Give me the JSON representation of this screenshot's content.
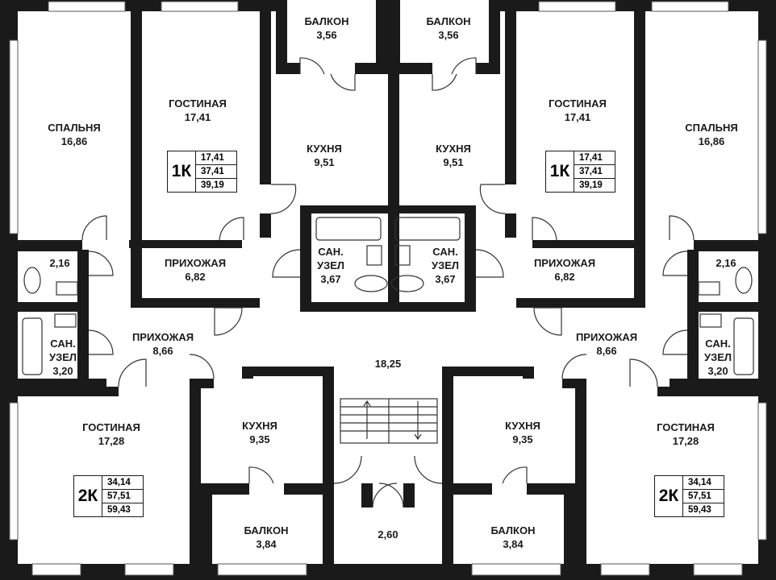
{
  "rooms": {
    "balcony_top_left": {
      "name": "БАЛКОН",
      "area": "3,56"
    },
    "balcony_top_right": {
      "name": "БАЛКОН",
      "area": "3,56"
    },
    "bedroom_left": {
      "name": "СПАЛЬНЯ",
      "area": "16,86"
    },
    "living_top_left": {
      "name": "ГОСТИНАЯ",
      "area": "17,41"
    },
    "kitchen_top_left": {
      "name": "КУХНЯ",
      "area": "9,51"
    },
    "kitchen_top_right": {
      "name": "КУХНЯ",
      "area": "9,51"
    },
    "living_top_right": {
      "name": "ГОСТИНАЯ",
      "area": "17,41"
    },
    "bedroom_right": {
      "name": "СПАЛЬНЯ",
      "area": "16,86"
    },
    "wc_left": {
      "area": "2,16"
    },
    "wc_right": {
      "area": "2,16"
    },
    "hall_top_left": {
      "name": "ПРИХОЖАЯ",
      "area": "6,82"
    },
    "hall_top_right": {
      "name": "ПРИХОЖАЯ",
      "area": "6,82"
    },
    "bath_center_left": {
      "name1": "САН.",
      "name2": "УЗЕЛ",
      "area": "3,67"
    },
    "bath_center_right": {
      "name1": "САН.",
      "name2": "УЗЕЛ",
      "area": "3,67"
    },
    "bath_left": {
      "name1": "САН.",
      "name2": "УЗЕЛ",
      "area": "3,20"
    },
    "bath_right": {
      "name1": "САН.",
      "name2": "УЗЕЛ",
      "area": "3,20"
    },
    "hall_bottom_left": {
      "name": "ПРИХОЖАЯ",
      "area": "8,66"
    },
    "hall_bottom_right": {
      "name": "ПРИХОЖАЯ",
      "area": "8,66"
    },
    "corridor": {
      "area": "18,25"
    },
    "living_bottom_left": {
      "name": "ГОСТИНАЯ",
      "area": "17,28"
    },
    "kitchen_bottom_left": {
      "name": "КУХНЯ",
      "area": "9,35"
    },
    "kitchen_bottom_right": {
      "name": "КУХНЯ",
      "area": "9,35"
    },
    "living_bottom_right": {
      "name": "ГОСТИНАЯ",
      "area": "17,28"
    },
    "balcony_bottom_left": {
      "name": "БАЛКОН",
      "area": "3,84"
    },
    "balcony_bottom_right": {
      "name": "БАЛКОН",
      "area": "3,84"
    },
    "entrance": {
      "area": "2,60"
    }
  },
  "badges": {
    "top_left": {
      "type": "1К",
      "values": [
        "17,41",
        "37,41",
        "39,19"
      ]
    },
    "top_right": {
      "type": "1К",
      "values": [
        "17,41",
        "37,41",
        "39,19"
      ]
    },
    "bottom_left": {
      "type": "2К",
      "values": [
        "34,14",
        "57,51",
        "59,43"
      ]
    },
    "bottom_right": {
      "type": "2К",
      "values": [
        "34,14",
        "57,51",
        "59,43"
      ]
    }
  },
  "colors": {
    "wall": "#1a1a1a",
    "background": "#ffffff"
  }
}
